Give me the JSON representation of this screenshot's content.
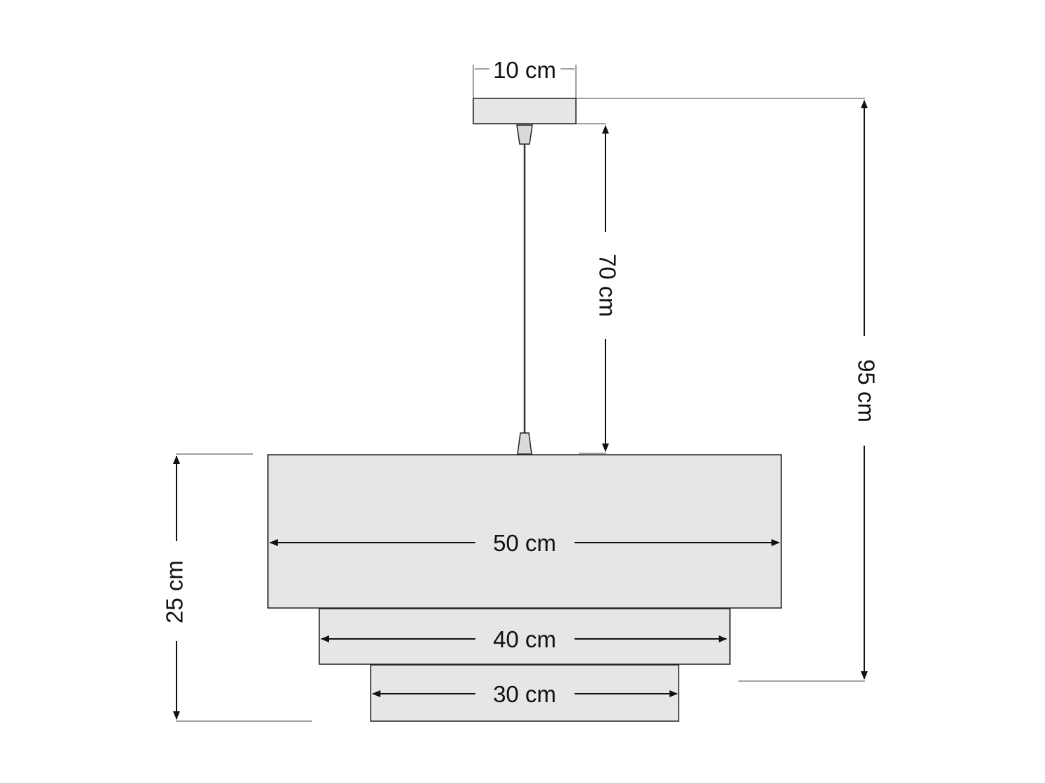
{
  "dimensions": {
    "canopy_width": "10 cm",
    "cord_length": "70 cm",
    "total_height": "95 cm",
    "shade_height": "25 cm",
    "tier1_width": "50 cm",
    "tier2_width": "40 cm",
    "tier3_width": "30 cm"
  },
  "colors": {
    "shade_fill": "#e6e6e6",
    "outline": "#222222",
    "background": "#ffffff"
  }
}
